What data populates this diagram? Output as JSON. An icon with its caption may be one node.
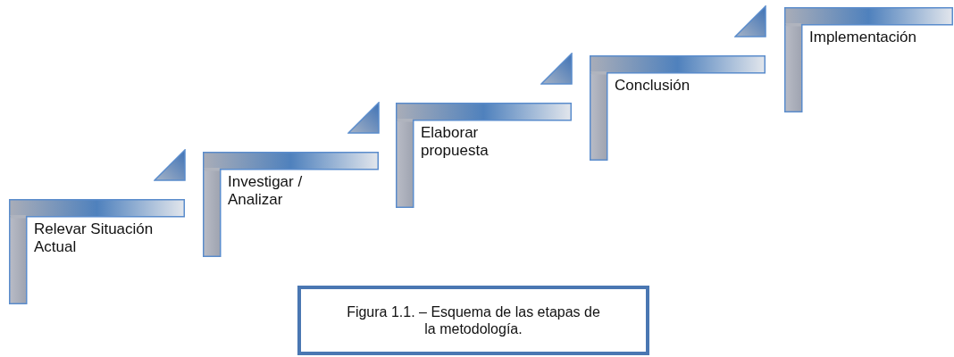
{
  "diagram": {
    "caption": "Figura 1.1. – Esquema de las etapas de la metodología.",
    "nodes": [
      {
        "text": [
          "Relevar Situación Actual"
        ]
      },
      {
        "text": [
          "Investigar / Analizar"
        ]
      },
      {
        "text": [
          "Elaborar propuesta"
        ]
      },
      {
        "text": [
          "Conclusión"
        ]
      },
      {
        "text": [
          "Implementación"
        ]
      }
    ]
  }
}
